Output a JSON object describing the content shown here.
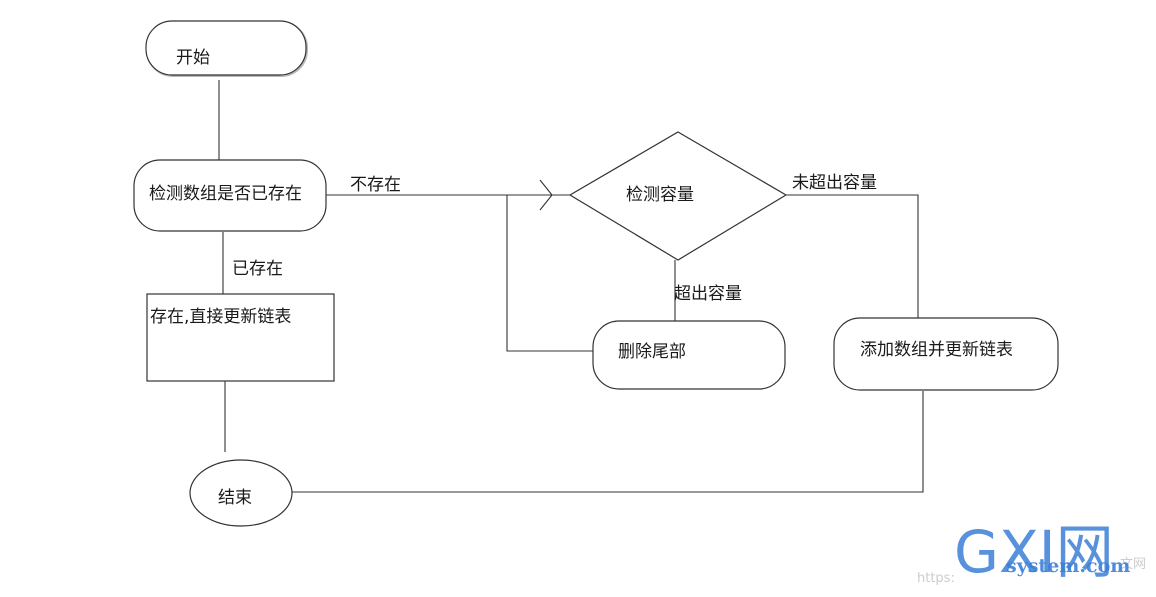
{
  "nodes": {
    "start": "开始",
    "check_exists": "检测数组是否已存在",
    "update_existing": "存在,直接更新链表",
    "end": "结束",
    "check_capacity": "检测容量",
    "delete_tail": "删除尾部",
    "add_and_update": "添加数组并更新链表"
  },
  "edges": {
    "not_exists": "不存在",
    "exists": "已存在",
    "over_capacity": "超出容量",
    "within_capacity": "未超出容量"
  },
  "watermark": {
    "logo_text": "GXI网",
    "domain": "system.com",
    "url_prefix": "https:",
    "faint_suffix": "文网"
  }
}
